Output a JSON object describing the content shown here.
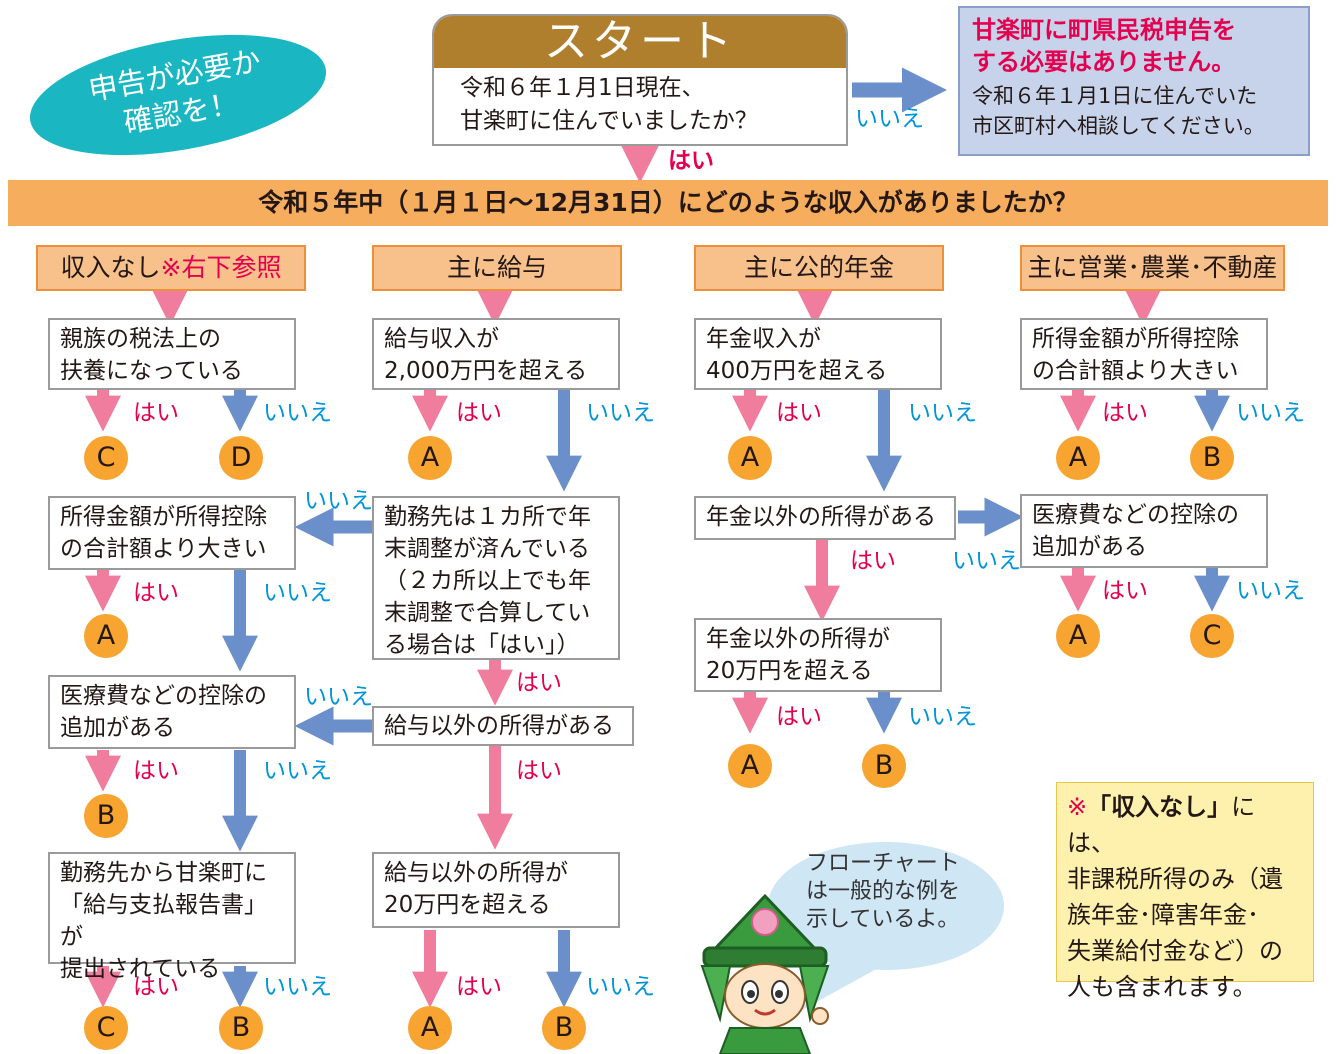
{
  "bubble": {
    "line1": "申告が必要か",
    "line2": "確認を！"
  },
  "start": {
    "title": "スタート",
    "question": "令和６年１月1日現在、\n甘楽町に住んでいましたか？"
  },
  "start_no_label": "いいえ",
  "start_yes_label": "はい",
  "no_need": {
    "title": "甘楽町に町県民税申告を\nする必要はありません。",
    "body": "令和６年１月1日に住んでいた\n市区町村へ相談してください。"
  },
  "income_question": "令和５年中（１月１日～12月31日）にどのような収入がありましたか？",
  "categories": {
    "none": {
      "label": "収入なし",
      "note": "※右下参照"
    },
    "salary": "主に給与",
    "pension": "主に公的年金",
    "business": "主に営業･農業･不動産"
  },
  "col1": {
    "q1": "親族の税法上の\n扶養になっている",
    "q2": "所得金額が所得控除\nの合計額より大きい",
    "q3": "医療費などの控除の\n追加がある",
    "q4": "勤務先から甘楽町に\n「給与支払報告書」が\n提出されている"
  },
  "col2": {
    "q1": "給与収入が\n2,000万円を超える",
    "q2": "勤務先は１カ所で年\n末調整が済んでいる\n（２カ所以上でも年\n末調整で合算してい\nる場合は「はい」）",
    "q3": "給与以外の所得がある",
    "q4": "給与以外の所得が\n20万円を超える"
  },
  "col3": {
    "q1": "年金収入が\n400万円を超える",
    "q2": "年金以外の所得がある",
    "q3": "年金以外の所得が\n20万円を超える"
  },
  "col4": {
    "q1": "所得金額が所得控除\nの合計額より大きい",
    "q2": "医療費などの控除の\n追加がある"
  },
  "yes": "はい",
  "no": "いいえ",
  "results": {
    "A": "A",
    "B": "B",
    "C": "C",
    "D": "D"
  },
  "speech": "フローチャート\nは一般的な例を\n示しているよ。",
  "note": {
    "mark": "※",
    "title": "「収入なし」",
    "text1": "には、",
    "text2": "非課税所得のみ（遺\n族年金･障害年金･\n失業給付金など）の\n人も含まれます。"
  },
  "colors": {
    "pink": "#f07d9d",
    "blue": "#6b8fcb",
    "orange": "#f8a430",
    "band": "#f6ad5e",
    "brown": "#b07f2e",
    "yes": "#e5004f",
    "no": "#0095d9"
  }
}
